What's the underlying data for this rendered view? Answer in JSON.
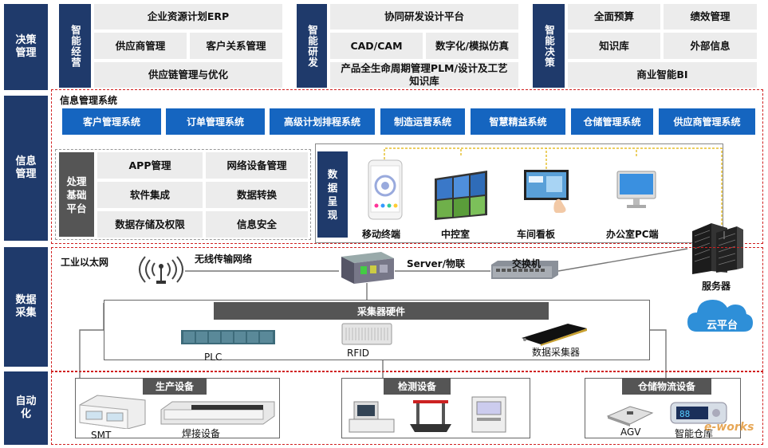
{
  "layers": {
    "decision": "决策管理",
    "info": "信息管理",
    "data": "数据采集",
    "auto": "自动化"
  },
  "decision": {
    "group1": {
      "title": "智能经营",
      "items": [
        "企业资源计划ERP",
        "供应商管理",
        "客户关系管理",
        "供应链管理与优化"
      ]
    },
    "group2": {
      "title": "智能研发",
      "items": [
        "协同研发设计平台",
        "CAD/CAM",
        "数字化/模拟仿真",
        "产品全生命周期管理PLM/设计及工艺知识库"
      ]
    },
    "group3": {
      "title": "智能决策",
      "items": [
        "全面预算",
        "绩效管理",
        "知识库",
        "外部信息",
        "商业智能BI"
      ]
    }
  },
  "info_systems": {
    "title": "信息管理系统",
    "items": [
      "客户管理系统",
      "订单管理系统",
      "高级计划排程系统",
      "制造运营系统",
      "智慧精益系统",
      "仓储管理系统",
      "供应商管理系统"
    ]
  },
  "platform": {
    "title": "处理基础平台",
    "items": [
      "APP管理",
      "网络设备管理",
      "软件集成",
      "数据转换",
      "数据存储及权限",
      "信息安全"
    ]
  },
  "display": {
    "title": "数据呈现",
    "items": [
      "移动终端",
      "中控室",
      "车间看板",
      "办公室PC端"
    ]
  },
  "network": {
    "ethernet": "工业以太网",
    "wireless": "无线传输网络",
    "server_iot": "Server/物联",
    "switch": "交换机",
    "server": "服务器",
    "cloud": "云平台"
  },
  "collector": {
    "title": "采集器硬件",
    "plc": "PLC",
    "rfid": "RFID",
    "daq": "数据采集器"
  },
  "automation": {
    "production": {
      "title": "生产设备",
      "items": [
        "SMT",
        "焊接设备"
      ]
    },
    "inspection": {
      "title": "检测设备"
    },
    "logistics": {
      "title": "仓储物流设备",
      "items": [
        "AGV",
        "智能仓库"
      ]
    }
  },
  "watermark": "e-works"
}
